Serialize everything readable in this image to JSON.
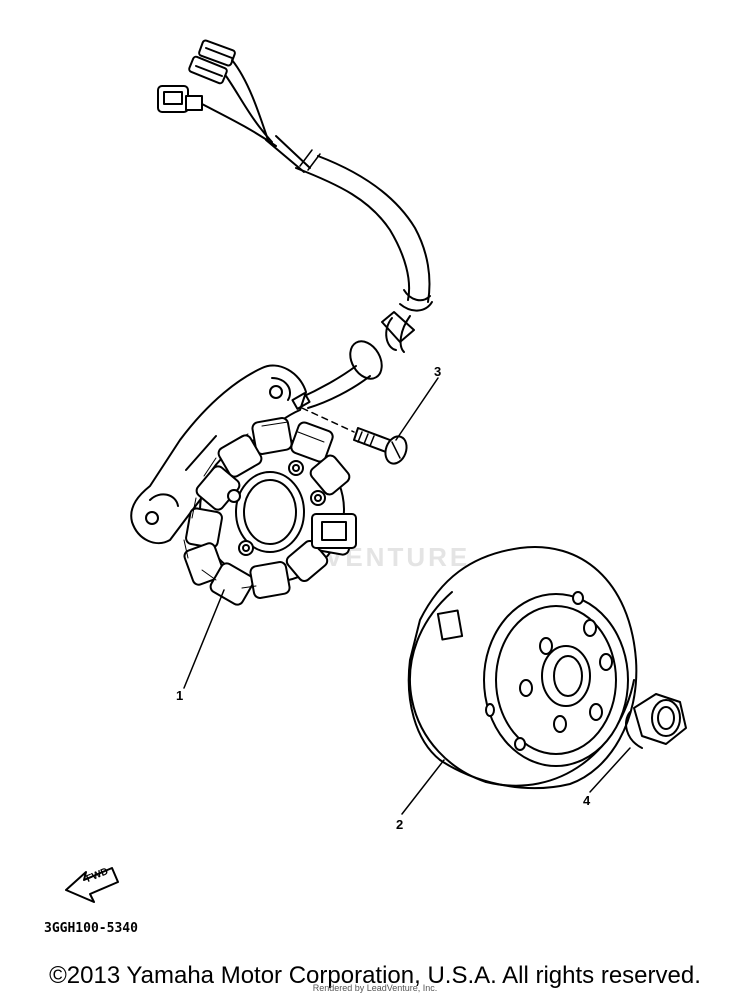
{
  "diagram": {
    "callouts": {
      "one": "1",
      "two": "2",
      "three": "3",
      "four": "4"
    },
    "fwd_label": "FWD",
    "diagram_code": "3GGH100-5340",
    "watermark": "VENTURE"
  },
  "footer": {
    "copyright": "©2013 Yamaha Motor Corporation, U.S.A. All rights reserved.",
    "rendered_by": "Rendered by LeadVenture, Inc."
  },
  "colors": {
    "ink": "#000000",
    "watermark": "#e4e4e4",
    "paper": "#ffffff"
  }
}
